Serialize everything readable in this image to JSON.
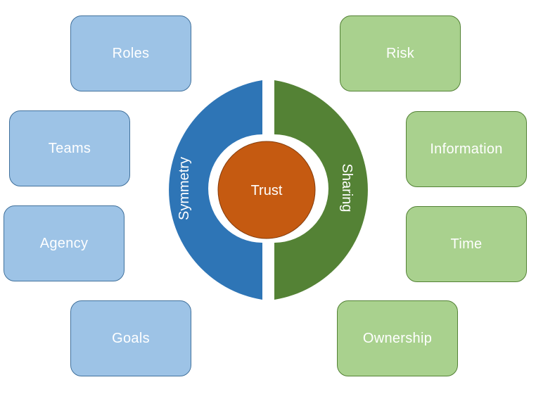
{
  "center": {
    "label": "Trust",
    "color": "#c55a11"
  },
  "left_half": {
    "label": "Symmetry",
    "color": "#2e75b6"
  },
  "right_half": {
    "label": "Sharing",
    "color": "#548235"
  },
  "left_boxes": [
    {
      "label": "Roles"
    },
    {
      "label": "Teams"
    },
    {
      "label": "Agency"
    },
    {
      "label": "Goals"
    }
  ],
  "right_boxes": [
    {
      "label": "Risk"
    },
    {
      "label": "Information"
    },
    {
      "label": "Time"
    },
    {
      "label": "Ownership"
    }
  ],
  "colors": {
    "blue_box_fill": "#9dc3e6",
    "green_box_fill": "#a9d18e"
  }
}
